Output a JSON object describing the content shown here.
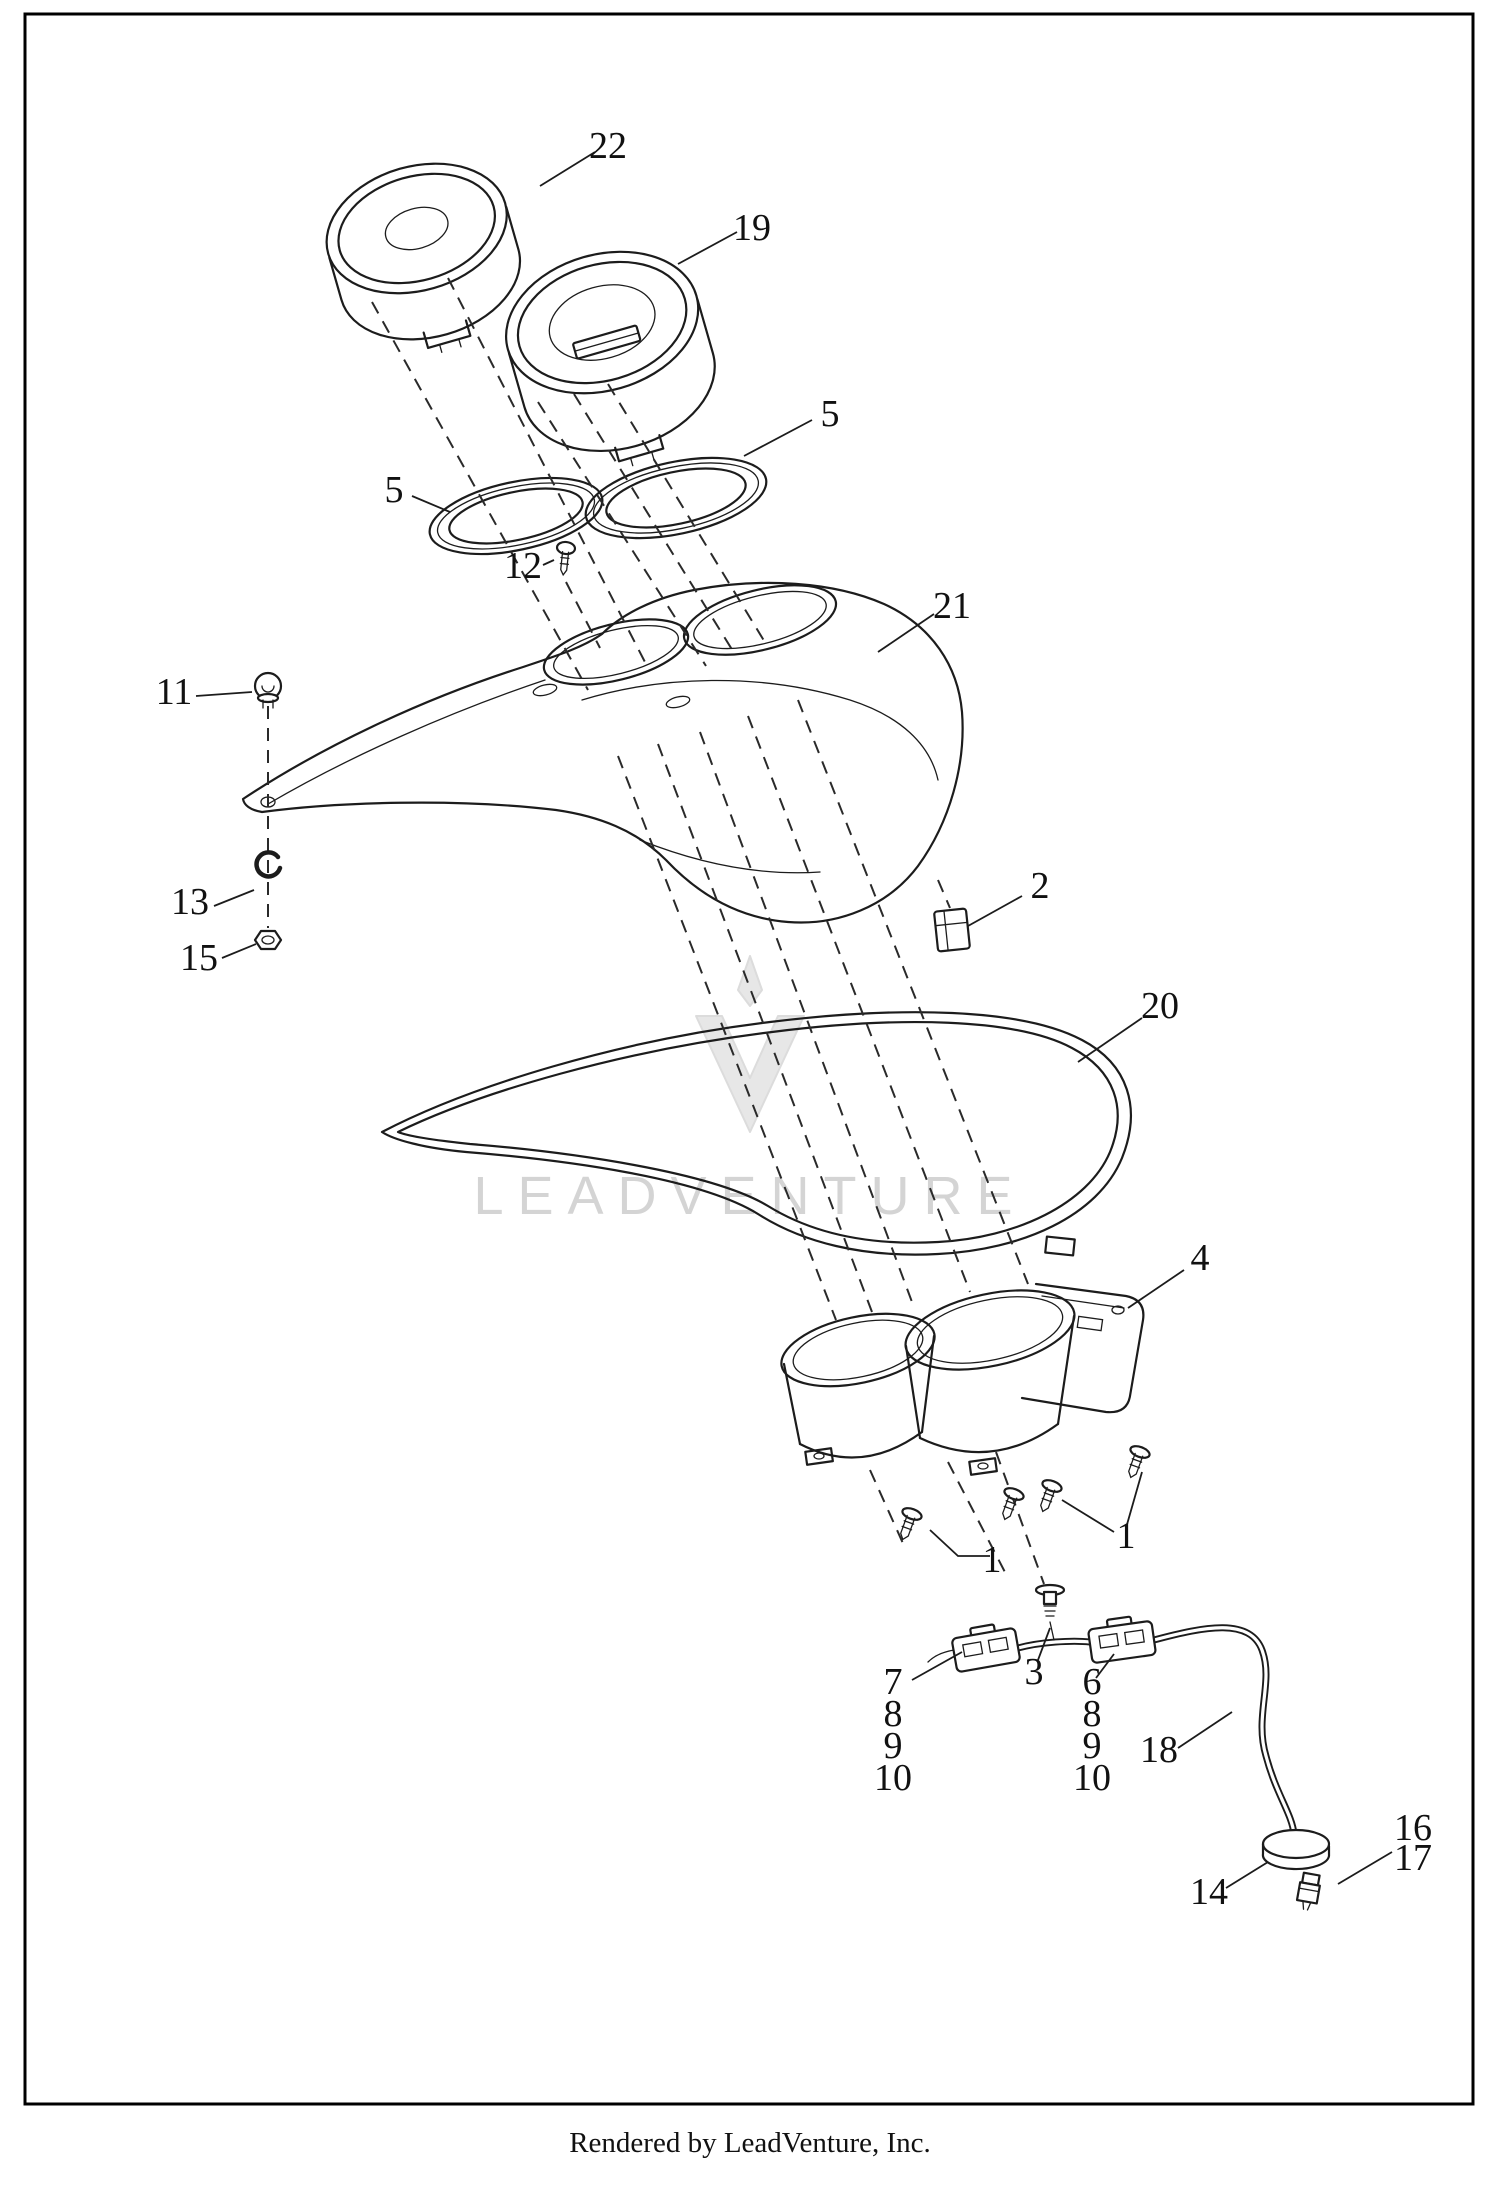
{
  "colors": {
    "line": "#1c1c1c",
    "background": "#ffffff",
    "border": "#000000",
    "watermark": "#cdcdcd"
  },
  "watermark": {
    "text": "LEADVENTURE"
  },
  "footer": {
    "text": "Rendered by LeadVenture, Inc."
  },
  "callouts": {
    "n22": "22",
    "n19": "19",
    "n5a": "5",
    "n5b": "5",
    "n12": "12",
    "n21": "21",
    "n11": "11",
    "n2": "2",
    "n13": "13",
    "n15": "15",
    "n20": "20",
    "n4": "4",
    "n1a": "1",
    "n1b": "1",
    "n7": "7",
    "n8a": "8",
    "n9a": "9",
    "n10a": "10",
    "n3": "3",
    "n6": "6",
    "n8b": "8",
    "n9b": "9",
    "n10b": "10",
    "n18": "18",
    "n16": "16",
    "n17": "17",
    "n14": "14"
  }
}
